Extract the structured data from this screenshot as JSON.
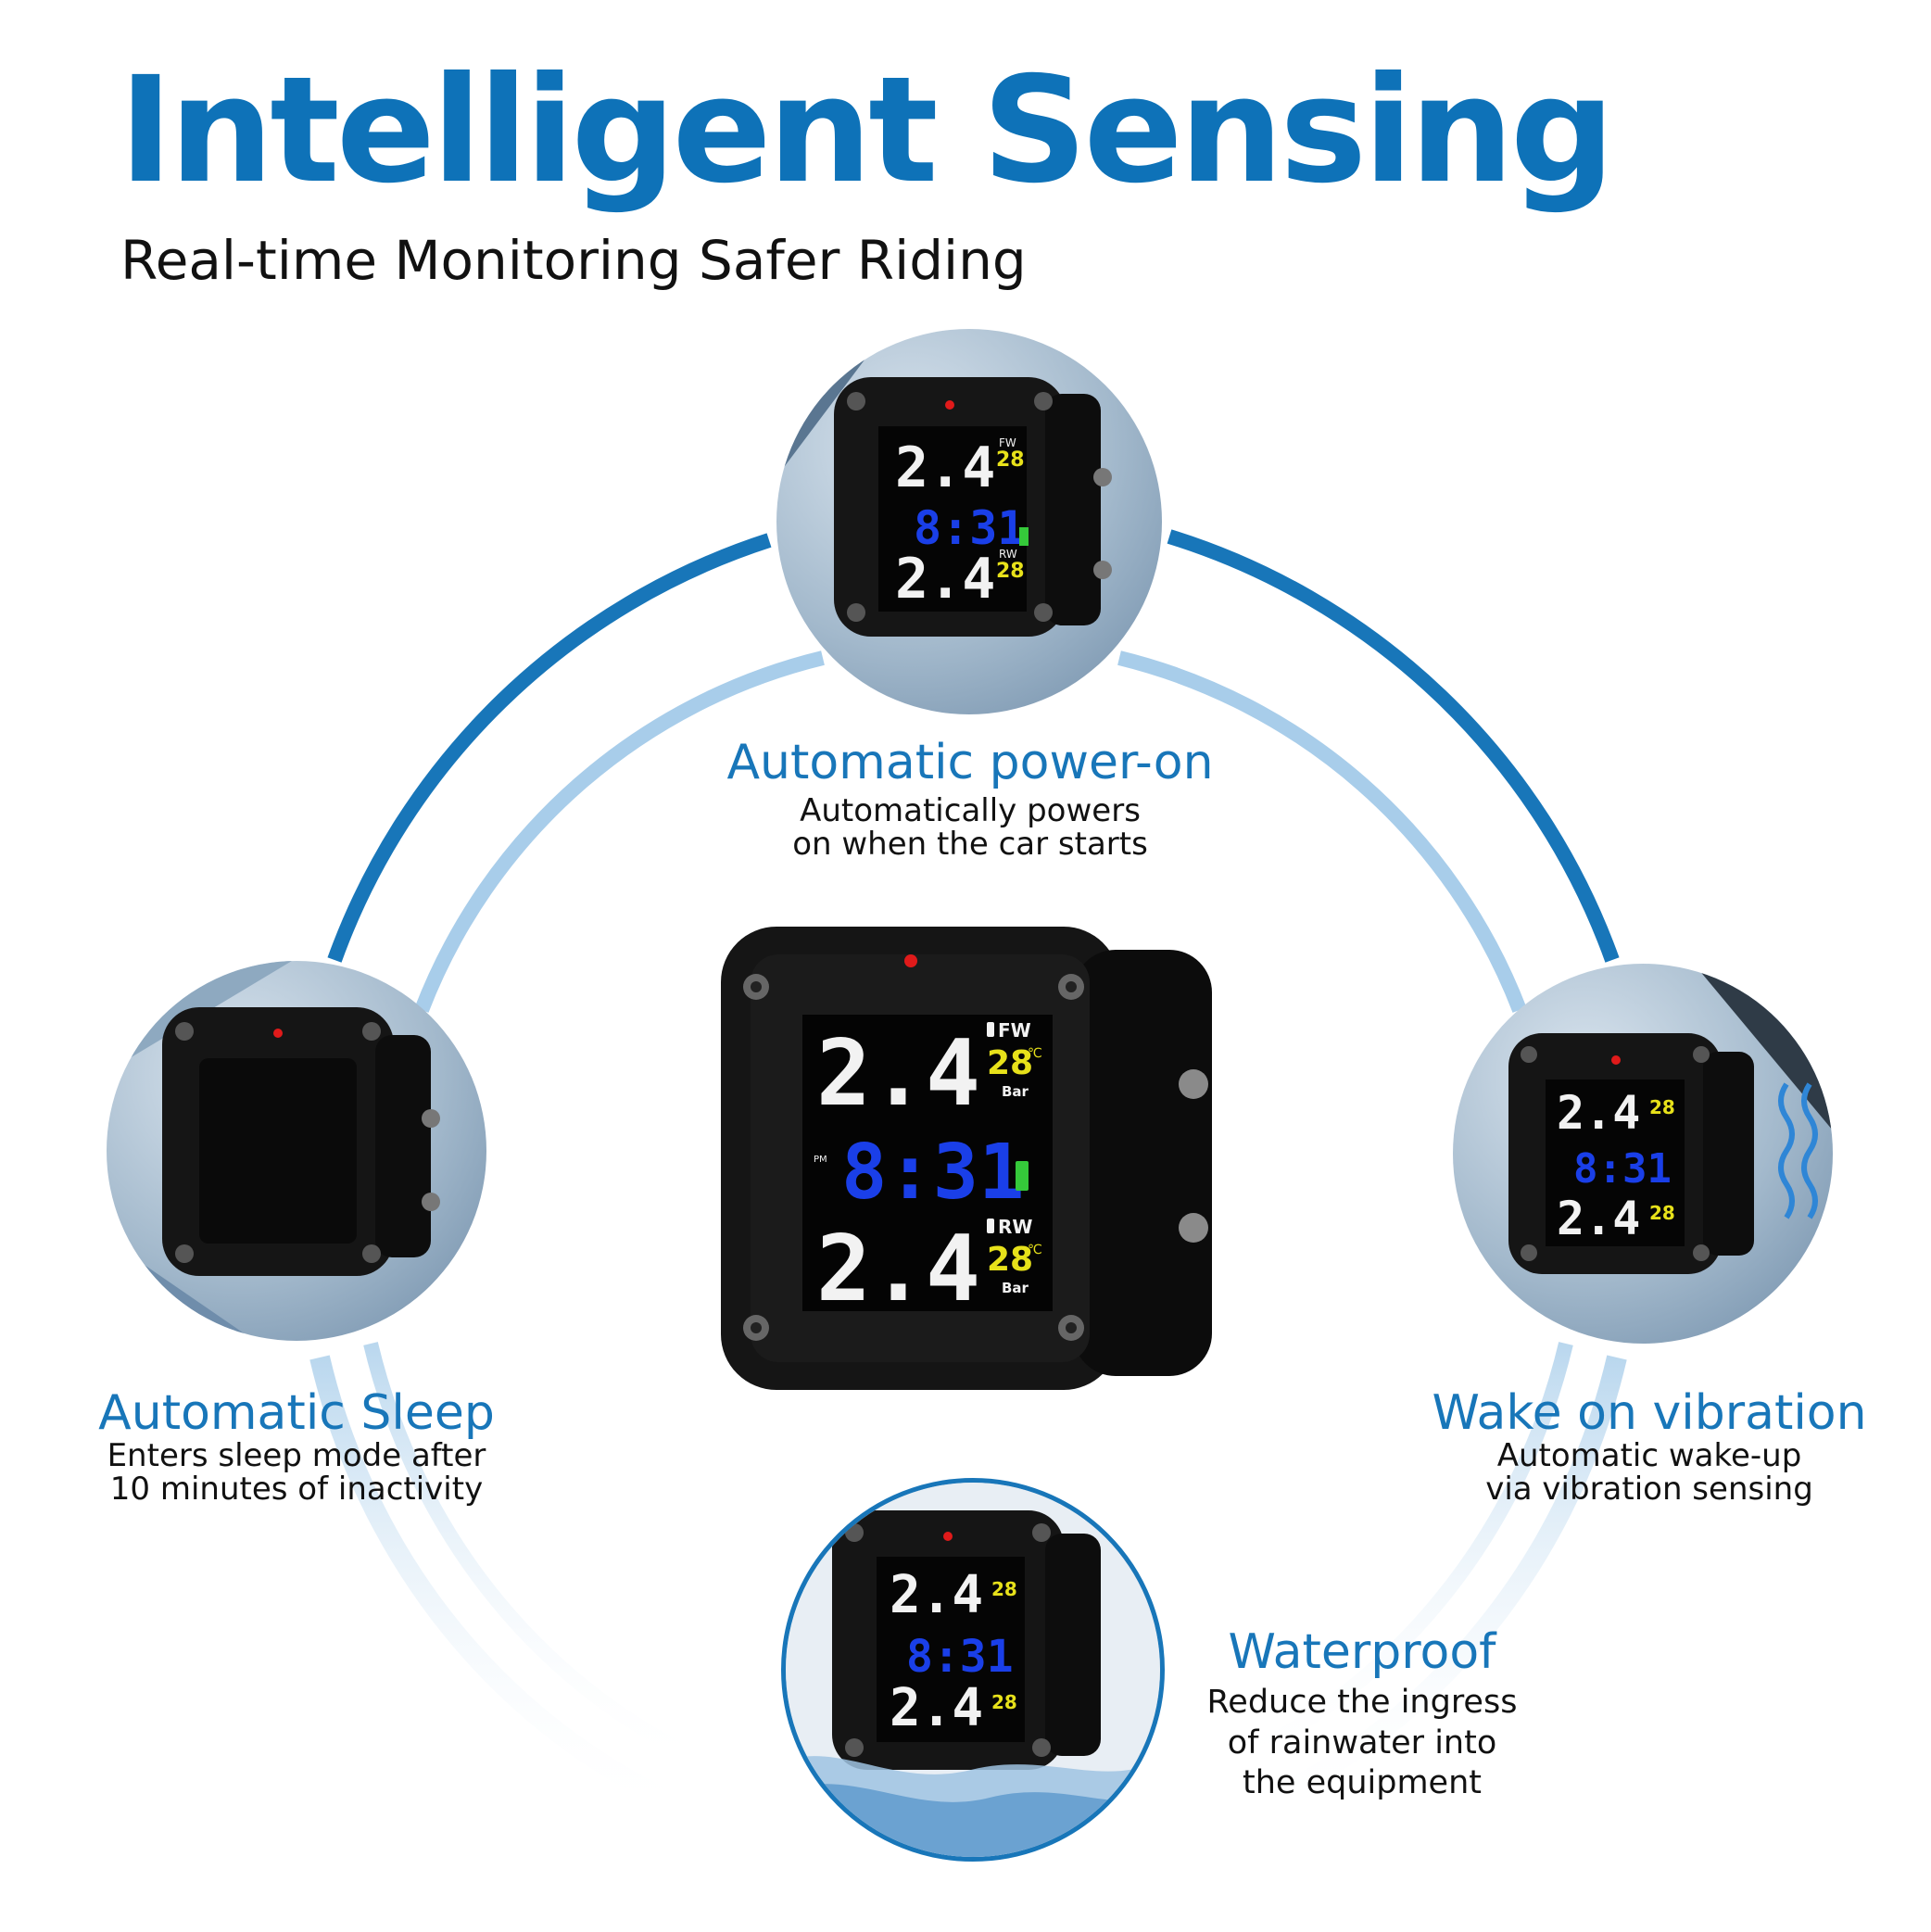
{
  "header": {
    "title": "Intelligent Sensing",
    "subtitle": "Real-time Monitoring Safer Riding"
  },
  "colors": {
    "brand_blue": "#0e72b8",
    "ring_blue": "#1876b9",
    "ring_light": "#a8cdea",
    "text_dark": "#111111",
    "lcd_white": "#f2f2f2",
    "lcd_blue": "#1a3fe8",
    "lcd_yellow": "#e7e11a",
    "lcd_green": "#35c93a",
    "led_red": "#e01a1a"
  },
  "display": {
    "front_pressure": "2.4",
    "rear_pressure": "2.4",
    "front_label": "FW",
    "rear_label": "RW",
    "front_temp": "28",
    "rear_temp": "28",
    "temp_unit": "℃",
    "pressure_unit": "Bar",
    "time": "8:31",
    "meridiem": "PM"
  },
  "features": [
    {
      "title": "Automatic power-on",
      "desc": "Automatically powers\non when the car starts"
    },
    {
      "title": "Automatic Sleep",
      "desc": "Enters sleep mode after\n10 minutes of inactivity"
    },
    {
      "title": "Wake on vibration",
      "desc": "Automatic wake-up\nvia vibration sensing"
    },
    {
      "title": "Waterproof",
      "desc": "Reduce the ingress\nof rainwater into\nthe equipment"
    }
  ]
}
